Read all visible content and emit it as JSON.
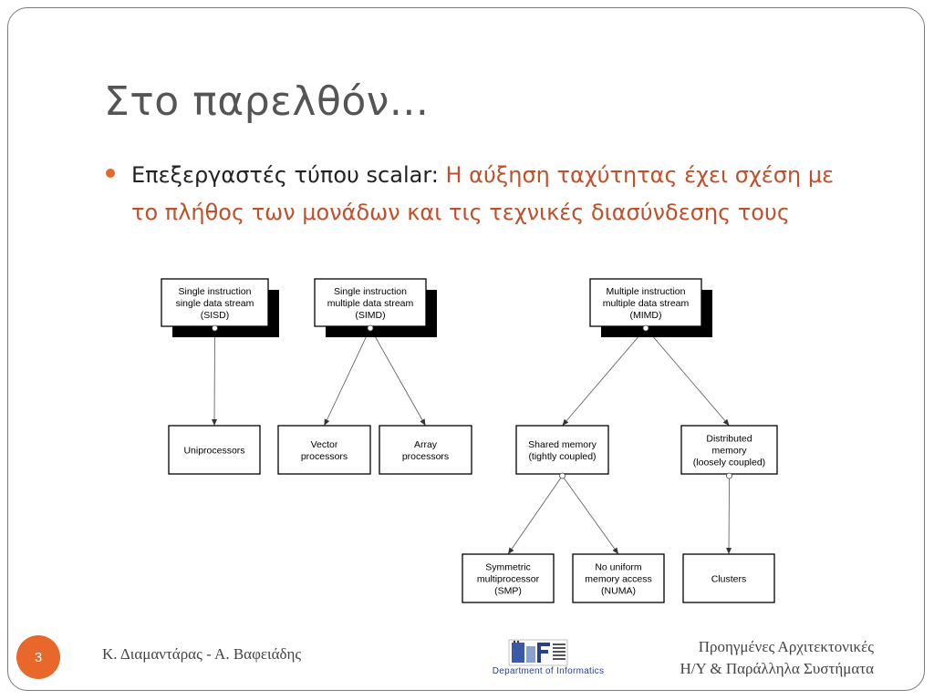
{
  "slide": {
    "title": "Στο παρελθόν...",
    "bullet": {
      "lead": "Επεξεργαστές τύπου scalar: ",
      "highlight": "Η αύξηση ταχύτητας  έχει σχέση με το πλήθος των μονάδων και τις τεχνικές διασύνδεσης τους"
    },
    "page_number": "3"
  },
  "diagram": {
    "nodes": [
      {
        "id": "sisd",
        "lines": [
          "Single instruction",
          "single data stream",
          "(SISD)"
        ]
      },
      {
        "id": "simd",
        "lines": [
          "Single instruction",
          "multiple data stream",
          "(SIMD)"
        ]
      },
      {
        "id": "mimd",
        "lines": [
          "Multiple instruction",
          "multiple data stream",
          "(MIMD)"
        ]
      },
      {
        "id": "uniprocessors",
        "lines": [
          "Uniprocessors"
        ]
      },
      {
        "id": "vector",
        "lines": [
          "Vector",
          "processors"
        ]
      },
      {
        "id": "array",
        "lines": [
          "Array",
          "processors"
        ]
      },
      {
        "id": "shared",
        "lines": [
          "Shared memory",
          "(tightly coupled)"
        ]
      },
      {
        "id": "distributed",
        "lines": [
          "Distributed",
          "memory",
          "(loosely coupled)"
        ]
      },
      {
        "id": "smp",
        "lines": [
          "Symmetric",
          "multiprocessor",
          "(SMP)"
        ]
      },
      {
        "id": "numa",
        "lines": [
          "No uniform",
          "memory access",
          "(NUMA)"
        ]
      },
      {
        "id": "clusters",
        "lines": [
          "Clusters"
        ]
      }
    ],
    "edges": [
      {
        "from": "sisd",
        "to": "uniprocessors"
      },
      {
        "from": "simd",
        "to": "vector"
      },
      {
        "from": "simd",
        "to": "array"
      },
      {
        "from": "mimd",
        "to": "shared"
      },
      {
        "from": "mimd",
        "to": "distributed"
      },
      {
        "from": "shared",
        "to": "smp"
      },
      {
        "from": "shared",
        "to": "numa"
      },
      {
        "from": "distributed",
        "to": "clusters"
      }
    ]
  },
  "footer": {
    "authors": "Κ. Διαμαντάρας - Α. Βαφειάδης",
    "course_line1": "Προηγμένες Αρχιτεκτονικές",
    "course_line2": "Η/Υ & Παράλληλα Συστήματα",
    "logo_caption": "Department of Informatics"
  },
  "colors": {
    "accent": "#e8672a",
    "highlight_text": "#c0502a",
    "title_text": "#555555"
  }
}
